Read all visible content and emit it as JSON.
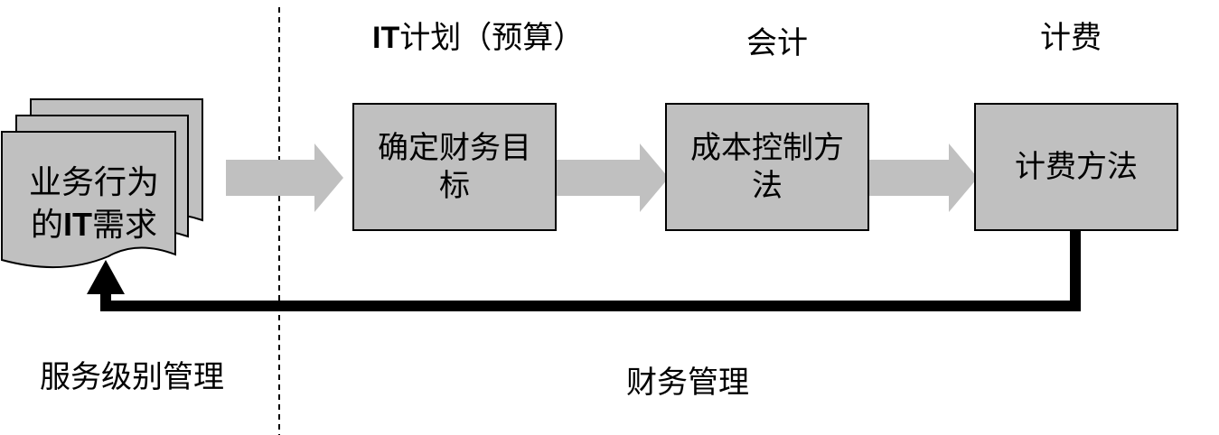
{
  "headers": {
    "it_plan_prefix": "IT",
    "it_plan_suffix": "计划（预算）",
    "accounting": "会计",
    "charging": "计费"
  },
  "document": {
    "line1": "业务行为",
    "line2_prefix": "的",
    "line2_it": "IT",
    "line2_suffix": "需求"
  },
  "boxes": {
    "financial_goals": "确定财务目标",
    "cost_control": "成本控制方法",
    "charging_method": "计费方法"
  },
  "footer": {
    "service_level_management": "服务级别管理",
    "financial_management": "财务管理"
  }
}
